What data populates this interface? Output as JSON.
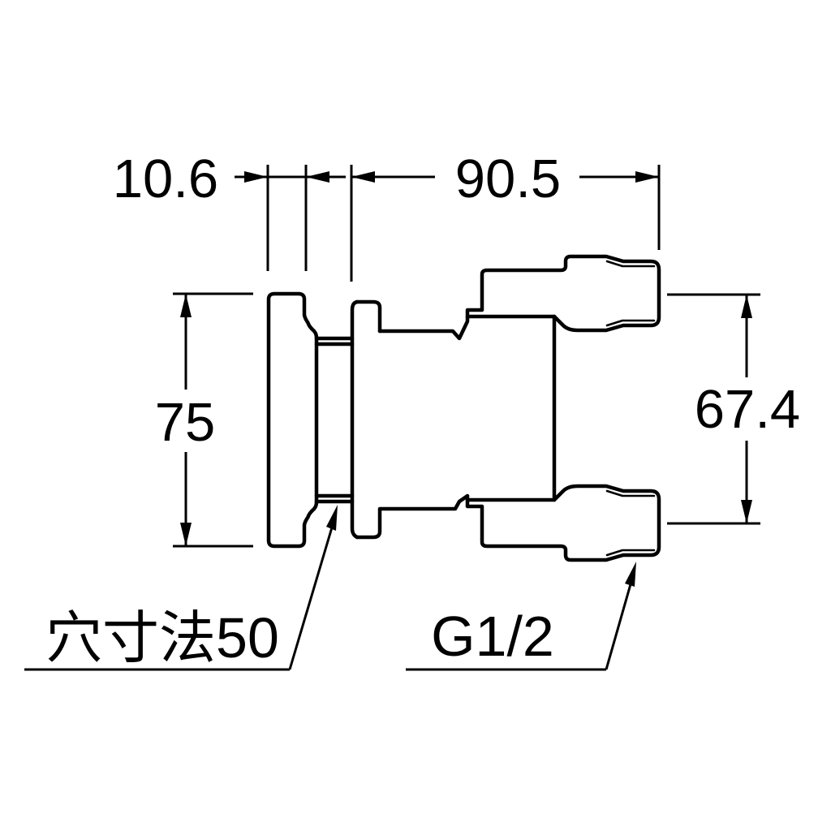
{
  "page": {
    "background": "#ffffff",
    "line_color": "#000000"
  },
  "drawing": {
    "dims": {
      "flange_thickness": "10.6",
      "total_length": "90.5",
      "flange_height": "75",
      "outlet_spacing": "67.4"
    },
    "callouts": {
      "hole_label": "穴寸法50",
      "thread_label": "G1/2"
    }
  }
}
